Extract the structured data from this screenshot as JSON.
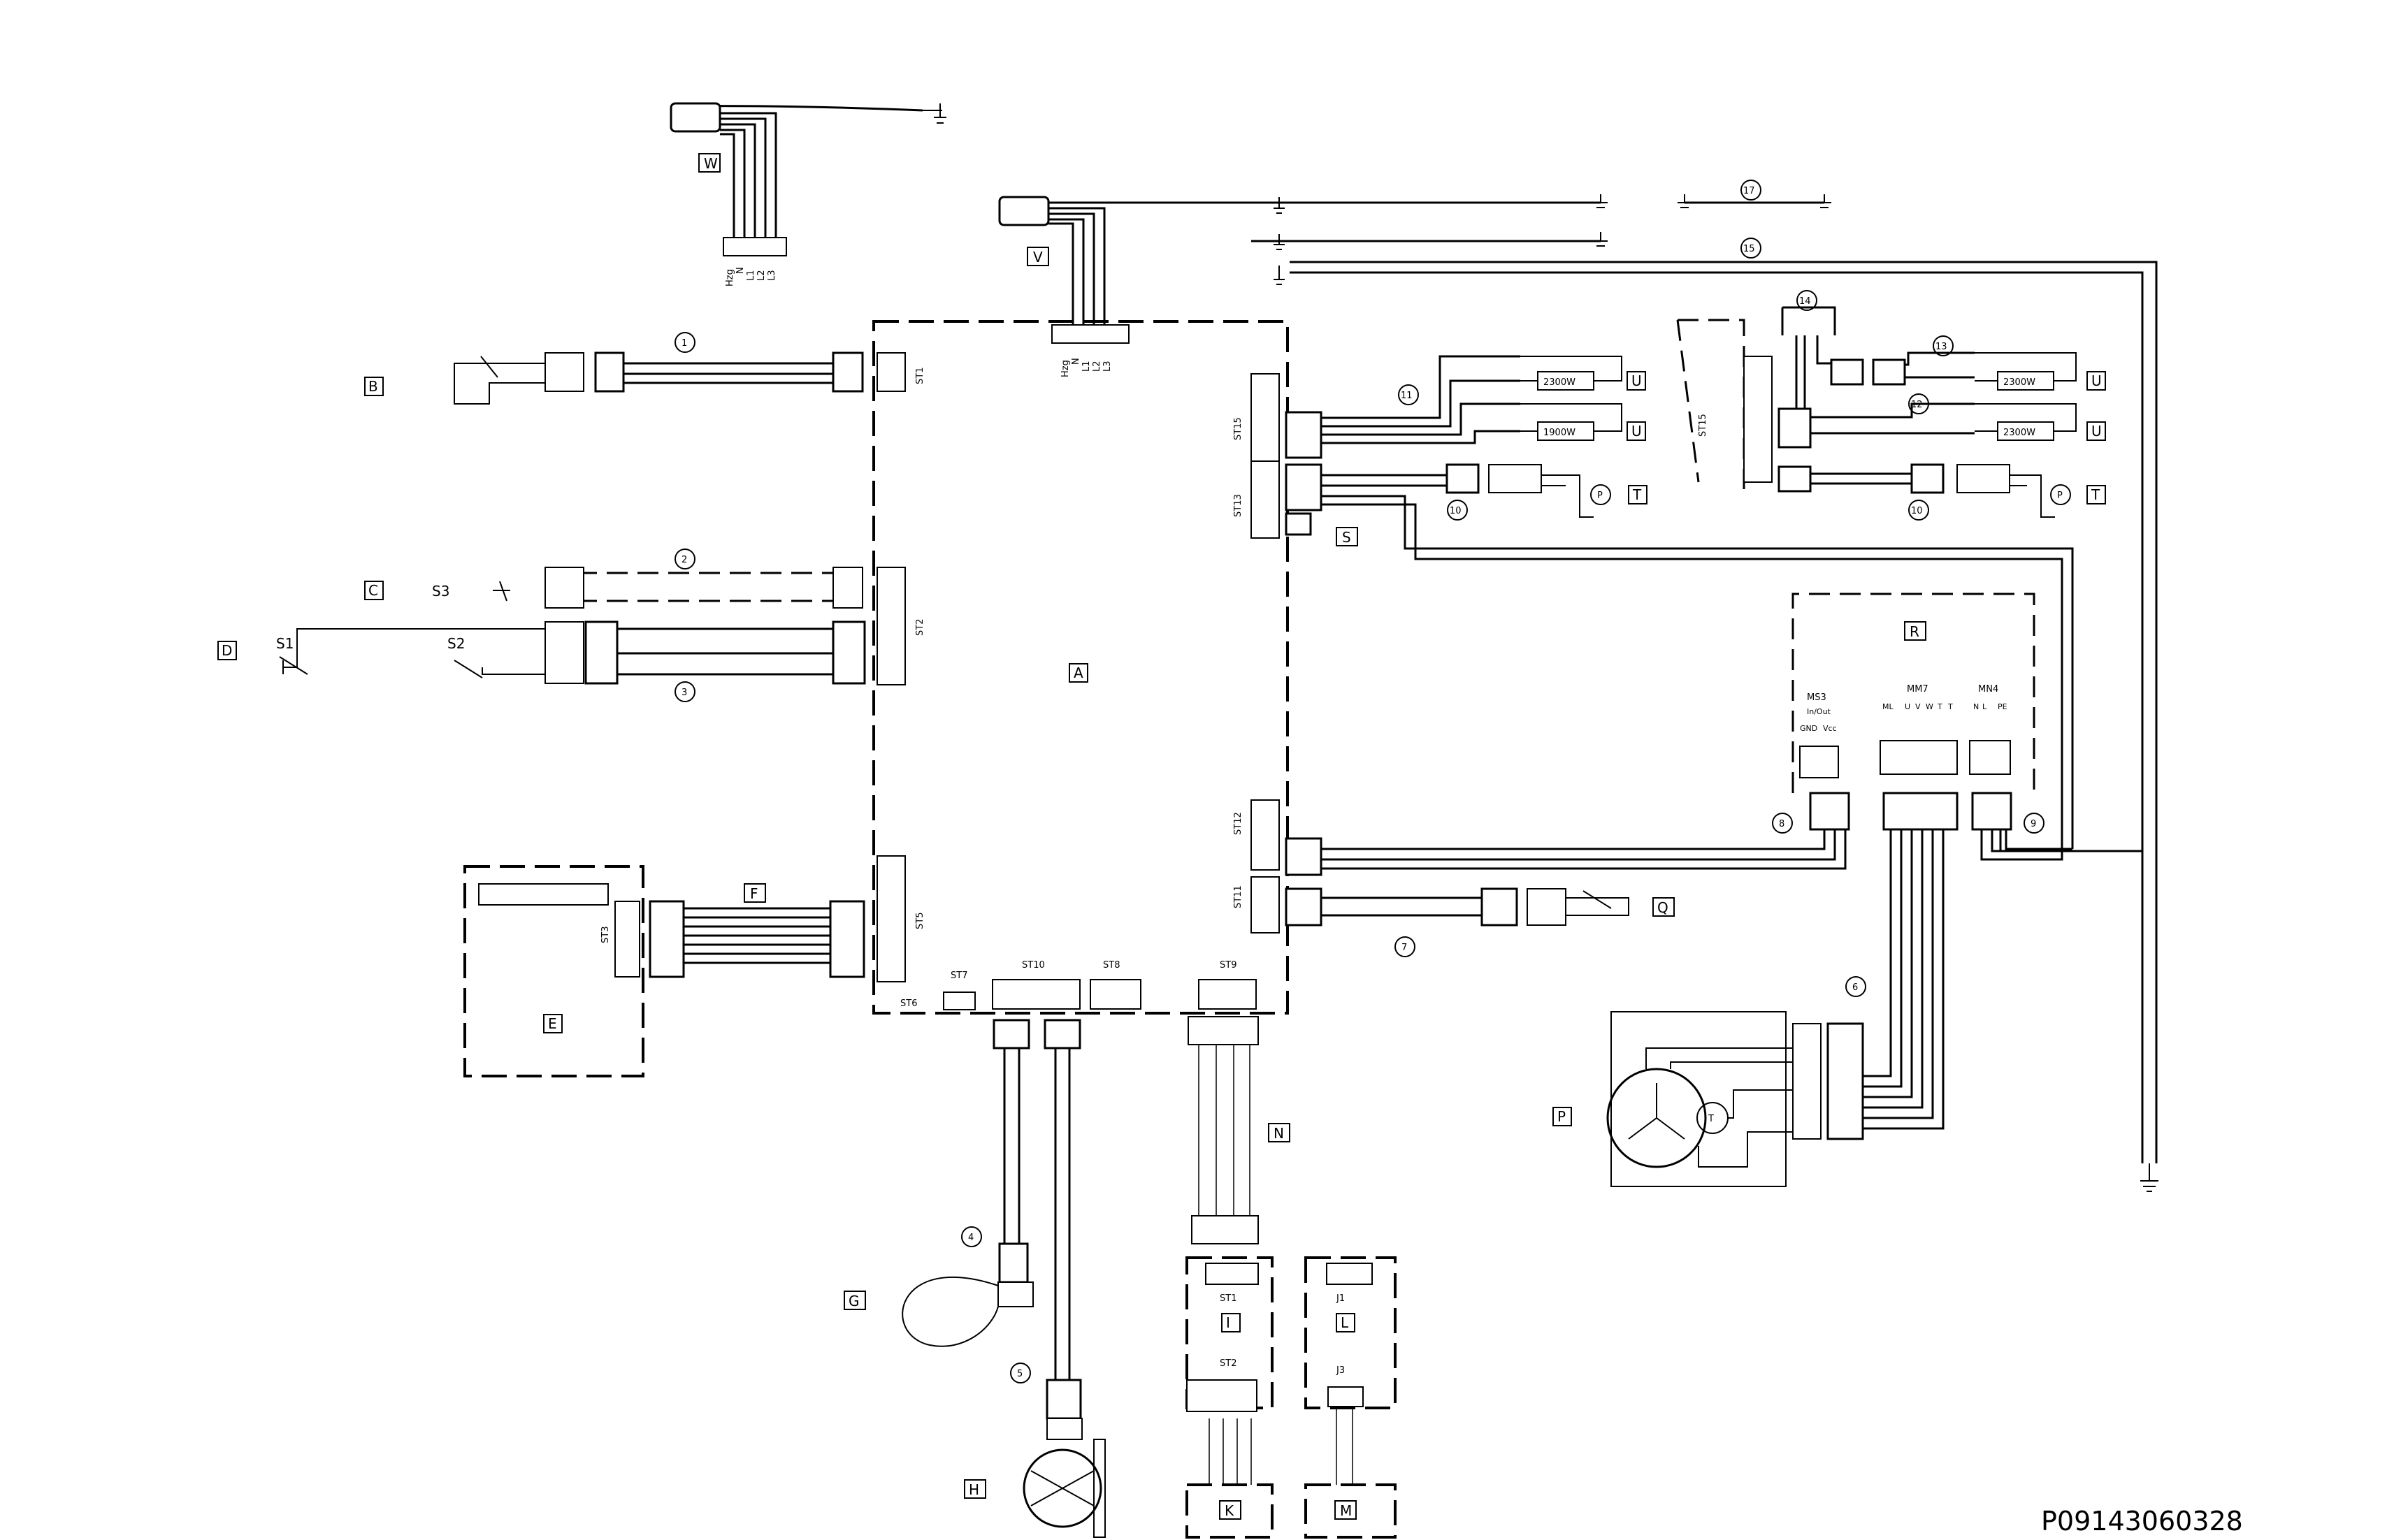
{
  "labels": {
    "A": "A",
    "B": "B",
    "C": "C",
    "D": "D",
    "E": "E",
    "F": "F",
    "G": "G",
    "H": "H",
    "I": "I",
    "K": "K",
    "L": "L",
    "M": "M",
    "N": "N",
    "P": "P",
    "Q": "Q",
    "R": "R",
    "S": "S",
    "T": "T",
    "U": "U",
    "V": "V",
    "W": "W"
  },
  "connectors": {
    "st1": "ST1",
    "st2": "ST2",
    "st3": "ST3",
    "st5": "ST5",
    "st6": "ST6",
    "st7": "ST7",
    "st8": "ST8",
    "st9": "ST9",
    "st10": "ST10",
    "st11": "ST11",
    "st12": "ST12",
    "st13": "ST13",
    "st15": "ST15",
    "i_st1": "ST1",
    "i_st2": "ST2",
    "j1": "J1",
    "j3": "J3",
    "ms3": "MS3",
    "mm7": "MM7",
    "mn4": "MN4"
  },
  "switches": {
    "s1": "S1",
    "s2": "S2",
    "s3": "S3"
  },
  "terminals": [
    "Hzg",
    "N",
    "L1",
    "L2",
    "L3"
  ],
  "heaters": {
    "h1": "2300W",
    "h2": "1900W",
    "h3": "2300W",
    "h4": "2300W"
  },
  "r_box": {
    "in_out": "In/Out",
    "gnd": "GND",
    "vcc": "Vcc",
    "mm7_pins": [
      "ML",
      "U",
      "V",
      "W",
      "T",
      "T"
    ],
    "mn4_pins": [
      "N",
      "L",
      "PE"
    ]
  },
  "cable_numbers": [
    "1",
    "2",
    "3",
    "4",
    "5",
    "6",
    "7",
    "8",
    "9",
    "10",
    "11",
    "12",
    "13",
    "14",
    "15",
    "17"
  ],
  "pressure_switch": "P",
  "motor_thermo": "T",
  "doc_code": "P09143060328"
}
